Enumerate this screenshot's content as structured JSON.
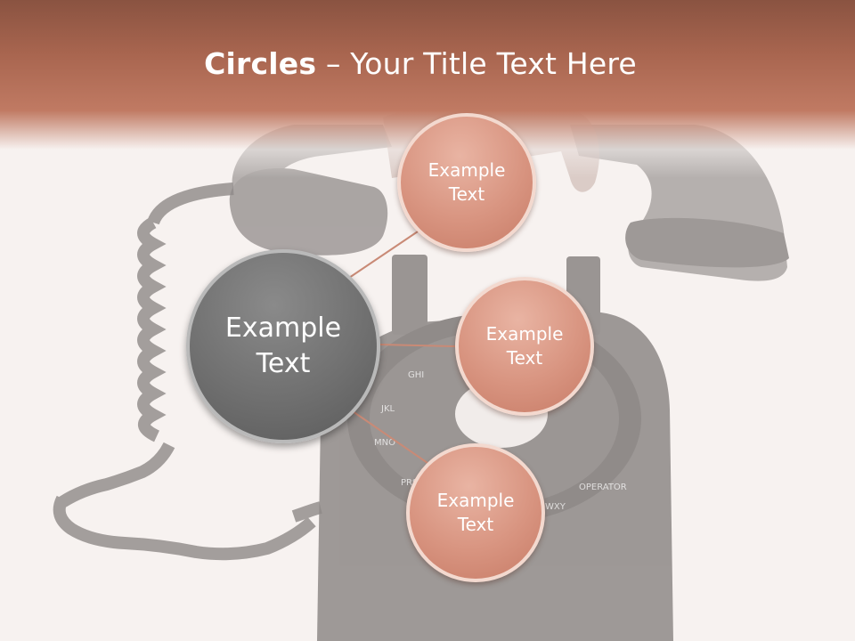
{
  "slide": {
    "title_bold": "Circles",
    "title_rest": " – Your Title Text Here"
  },
  "colors": {
    "header": "#a8654f",
    "peach_circle": "#d89480",
    "main_circle": "#707070",
    "connector": "#c98a76"
  },
  "background_image": "rotary-telephone",
  "circles": {
    "main": "Example\nText",
    "top": "Example\nText",
    "middle": "Example\nText",
    "bottom": "Example\nText"
  }
}
